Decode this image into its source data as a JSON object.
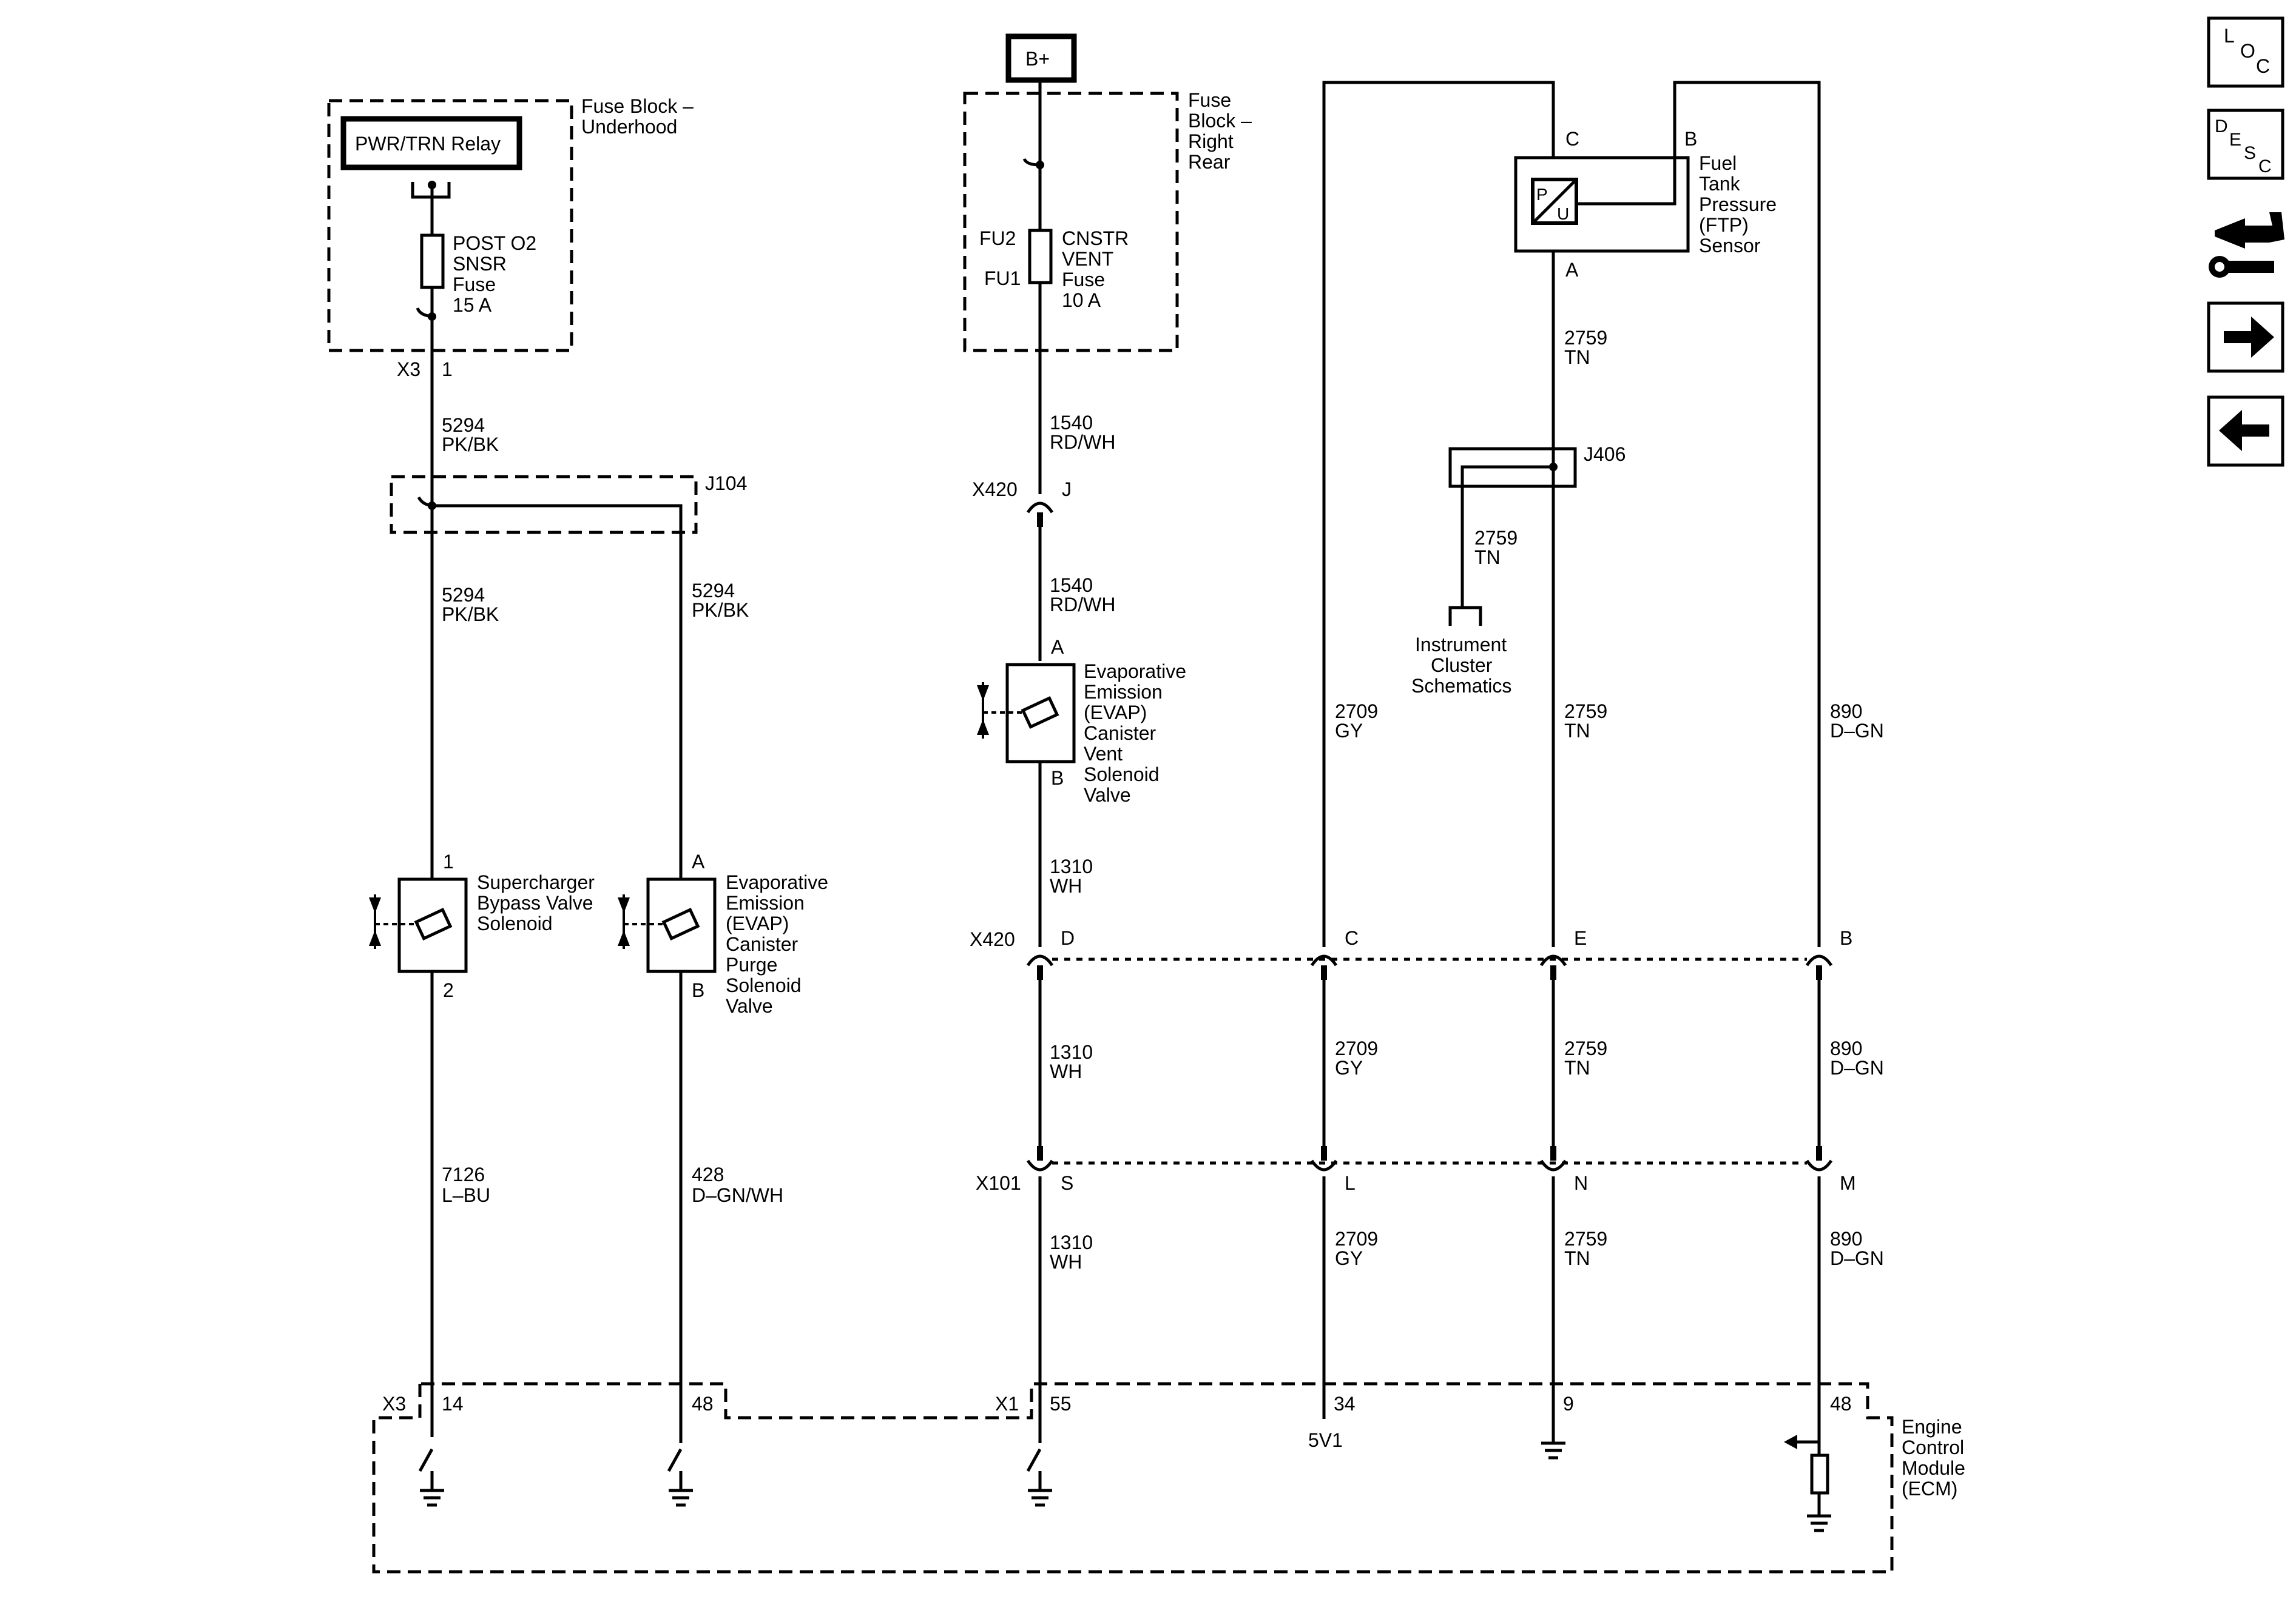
{
  "nav": {
    "loc": [
      "L",
      "O",
      "C"
    ],
    "desc": [
      "D",
      "E",
      "S",
      "C"
    ],
    "next_icon": "arrow-right-icon",
    "prev_icon": "arrow-left-icon",
    "connector_icon": "connector-tools-icon"
  },
  "fuse_block_underhood": {
    "title": [
      "Fuse Block –",
      "Underhood"
    ],
    "relay": "PWR/TRN Relay",
    "fuse": [
      "POST O2",
      "SNSR",
      "Fuse",
      "15 A"
    ],
    "connector": "X3",
    "pin": "1"
  },
  "fuse_block_rear": {
    "title": [
      "Fuse",
      "Block –",
      "Right",
      "Rear"
    ],
    "battery": "B+",
    "fu2": "FU2",
    "fu1": "FU1",
    "fuse": [
      "CNSTR",
      "VENT",
      "Fuse",
      "10 A"
    ]
  },
  "splice_j104": "J104",
  "splice_j406": "J406",
  "wires": {
    "w5294_a": [
      "5294",
      "PK/BK"
    ],
    "w5294_b": [
      "5294",
      "PK/BK"
    ],
    "w5294_c": [
      "5294",
      "PK/BK"
    ],
    "w7126": [
      "7126",
      "L–BU"
    ],
    "w428": [
      "428",
      "D–GN/WH"
    ],
    "w1540_a": [
      "1540",
      "RD/WH"
    ],
    "w1540_b": [
      "1540",
      "RD/WH"
    ],
    "w1310_a": [
      "1310",
      "WH"
    ],
    "w1310_b": [
      "1310",
      "WH"
    ],
    "w1310_c": [
      "1310",
      "WH"
    ],
    "w2709_a": [
      "2709",
      "GY"
    ],
    "w2709_b": [
      "2709",
      "GY"
    ],
    "w2709_c": [
      "2709",
      "GY"
    ],
    "w2759_a": [
      "2759",
      "TN"
    ],
    "w2759_b": [
      "2759",
      "TN"
    ],
    "w2759_c": [
      "2759",
      "TN"
    ],
    "w2759_d": [
      "2759",
      "TN"
    ],
    "w2759_e": [
      "2759",
      "TN"
    ],
    "w890_a": [
      "890",
      "D–GN"
    ],
    "w890_b": [
      "890",
      "D–GN"
    ],
    "w890_c": [
      "890",
      "D–GN"
    ]
  },
  "supercharger_valve": {
    "label": [
      "Supercharger",
      "Bypass Valve",
      "Solenoid"
    ],
    "pin_top": "1",
    "pin_bottom": "2"
  },
  "purge_valve": {
    "label": [
      "Evaporative",
      "Emission",
      "(EVAP)",
      "Canister",
      "Purge",
      "Solenoid",
      "Valve"
    ],
    "pin_top": "A",
    "pin_bottom": "B"
  },
  "vent_valve": {
    "label": [
      "Evaporative",
      "Emission",
      "(EVAP)",
      "Canister",
      "Vent",
      "Solenoid",
      "Valve"
    ],
    "pin_top": "A",
    "pin_bottom": "B"
  },
  "ftp_sensor": {
    "label": [
      "Fuel",
      "Tank",
      "Pressure",
      "(FTP)",
      "Sensor"
    ],
    "pin_c": "C",
    "pin_b": "B",
    "pin_a": "A",
    "symbol_p": "P",
    "symbol_u": "U"
  },
  "instrument_cluster": [
    "Instrument",
    "Cluster",
    "Schematics"
  ],
  "x420_top": {
    "name": "X420",
    "pin": "J"
  },
  "x420_mid": {
    "name": "X420",
    "pins": [
      "D",
      "C",
      "E",
      "B"
    ]
  },
  "x101": {
    "name": "X101",
    "pins": [
      "S",
      "L",
      "N",
      "M"
    ]
  },
  "ecm": {
    "label": [
      "Engine",
      "Control",
      "Module",
      "(ECM)"
    ],
    "x3": "X3",
    "x3_pins": [
      "14",
      "48"
    ],
    "x1": "X1",
    "x1_pins": [
      "55",
      "34",
      "9",
      "48"
    ],
    "v5": "5V1"
  }
}
